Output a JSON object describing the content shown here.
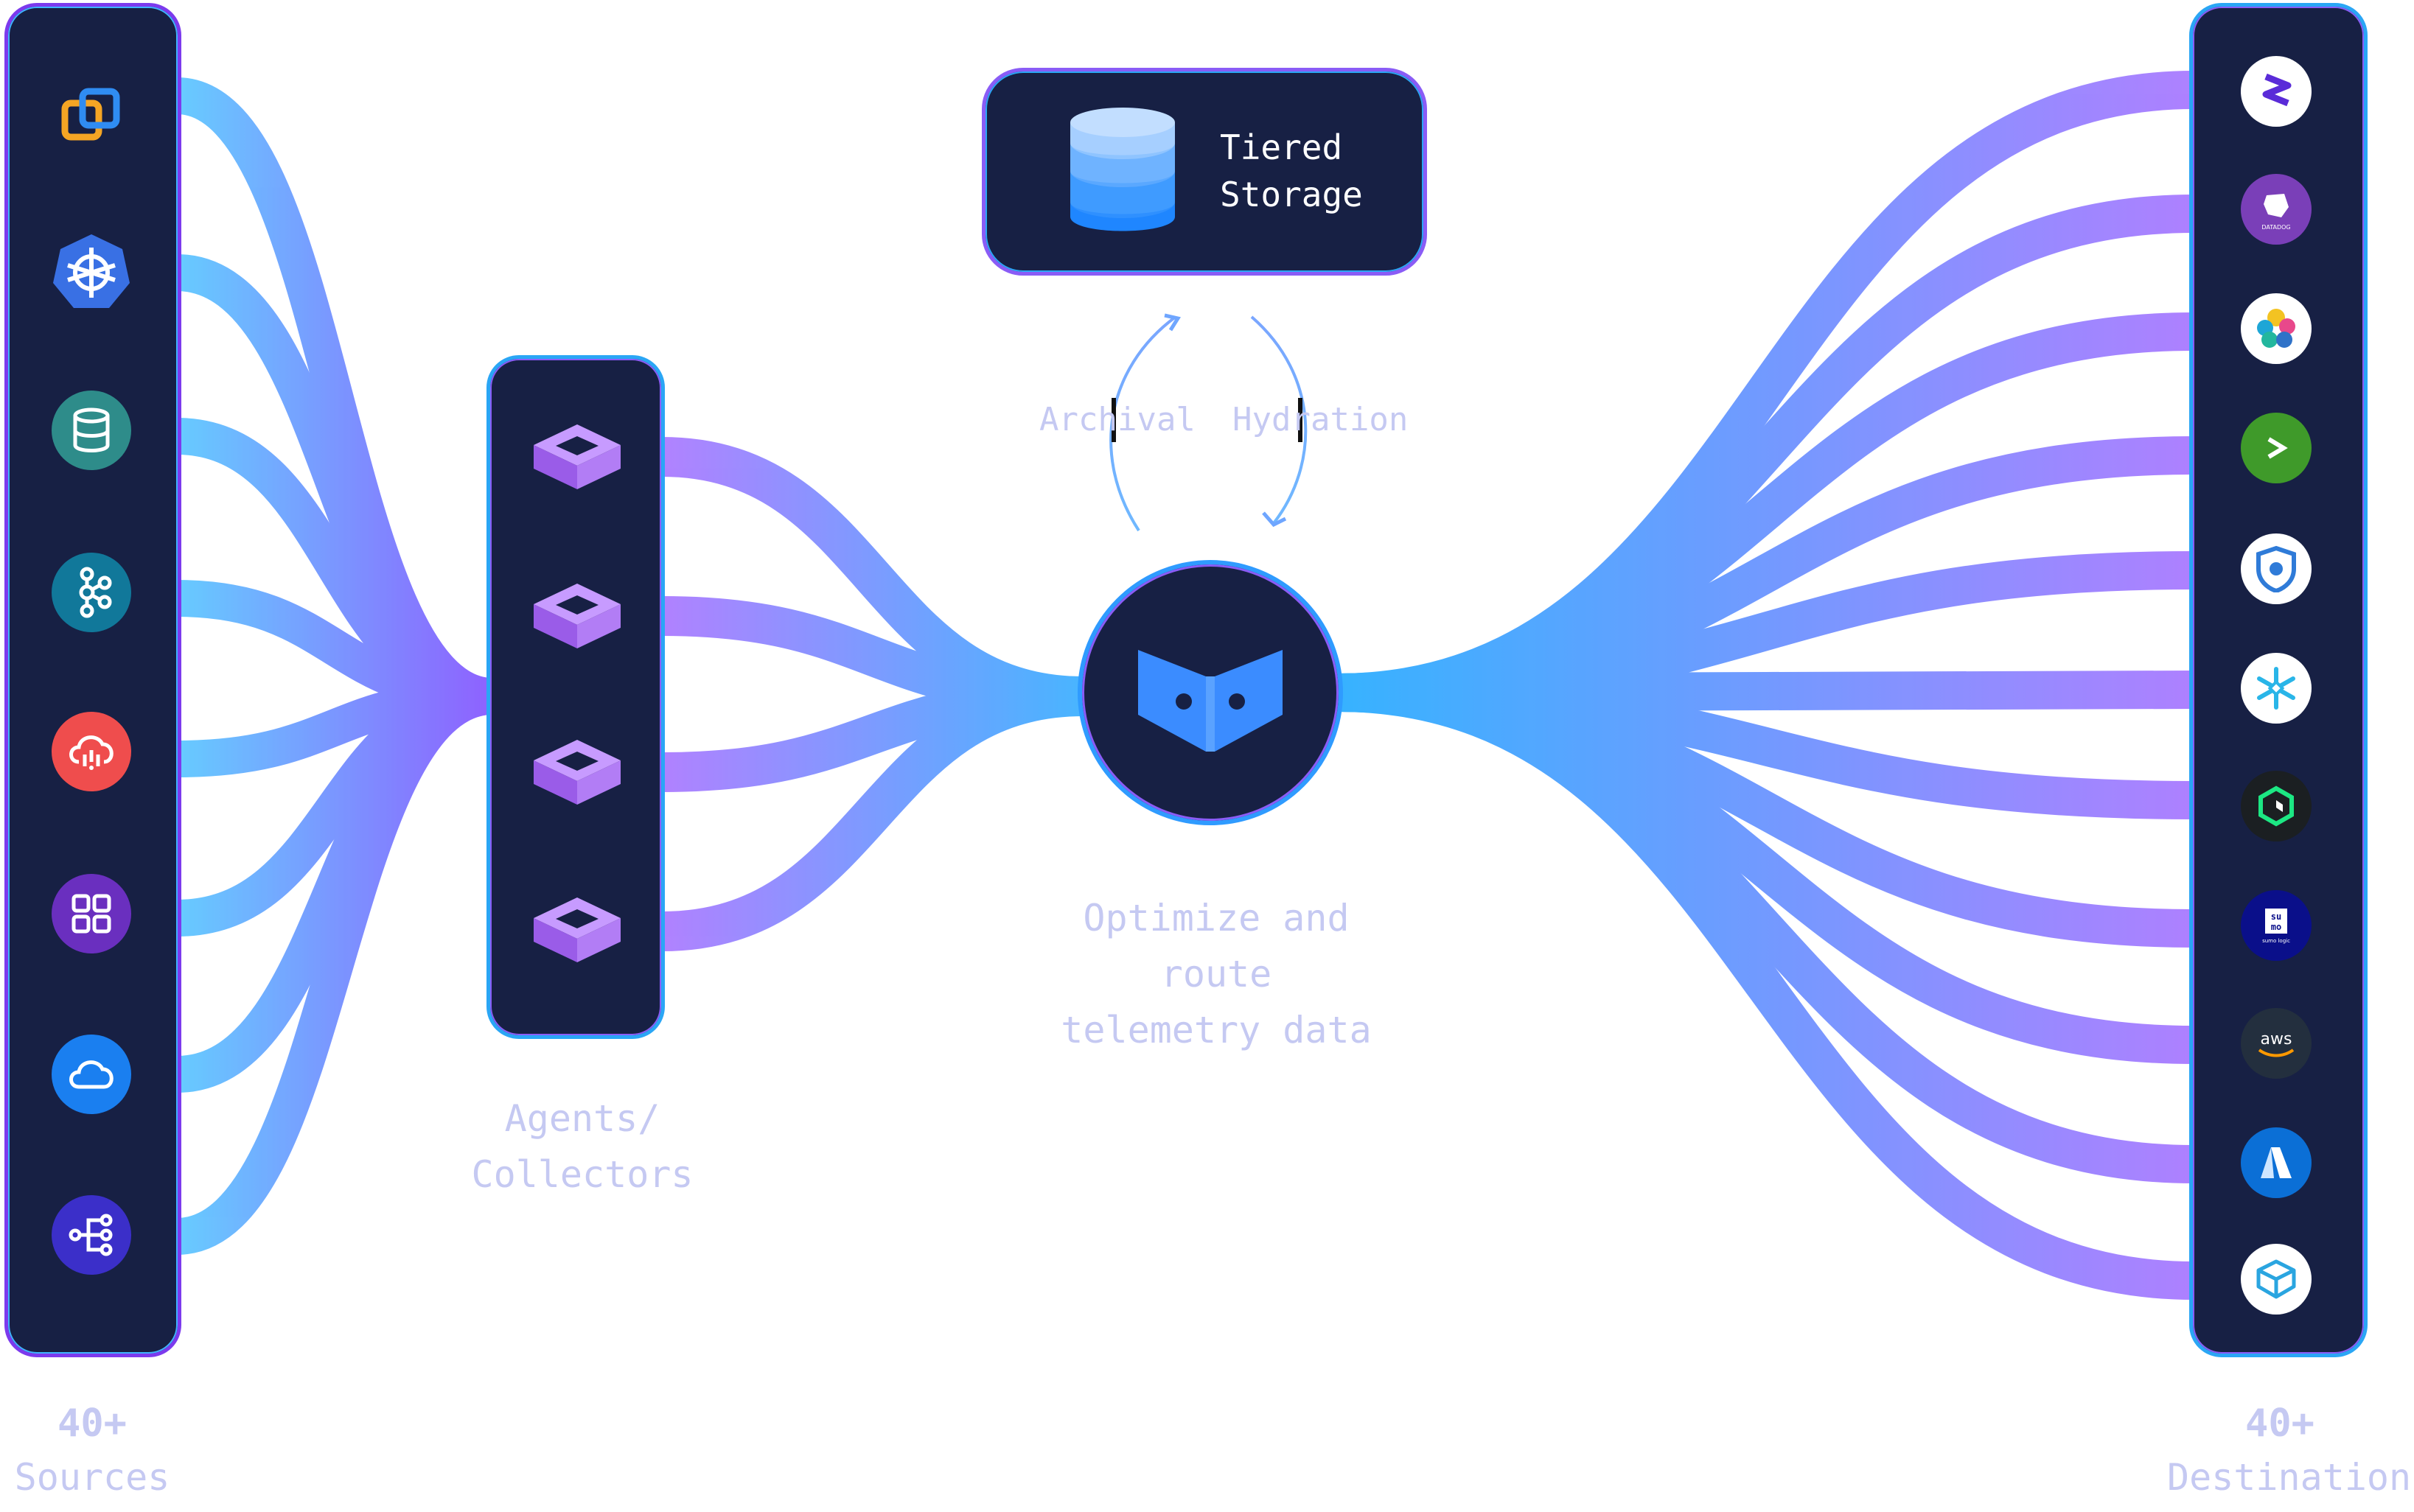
{
  "storage": {
    "line1": "Tiered",
    "line2": "Storage"
  },
  "arrows": {
    "archival": "Archival",
    "hydration": "Hydration"
  },
  "hub": {
    "caption_line1": "Optimize and route",
    "caption_line2": "telemetry data"
  },
  "agents": {
    "caption_line1": "Agents/",
    "caption_line2": "Collectors"
  },
  "sources": {
    "count": "40+",
    "label": "Sources",
    "icons": [
      "vmware-icon",
      "kubernetes-icon",
      "database-icon",
      "kafka-icon",
      "cloud-alert-icon",
      "apps-grid-icon",
      "cloud-icon",
      "tree-network-icon"
    ]
  },
  "destinations": {
    "count": "40+",
    "label": "Destinations",
    "icons": [
      "splunk-icon",
      "datadog-icon",
      "elastic-icon",
      "prompt-icon",
      "shield-eye-icon",
      "snowflake-icon",
      "new-relic-icon",
      "sumo-logic-icon",
      "aws-icon",
      "azure-icon",
      "box-cube-icon"
    ],
    "datadog_text": "DATADOG",
    "sumo_text_top": "su",
    "sumo_text_bottom": "mo",
    "sumo_caption": "sumo logic",
    "aws_text": "aws"
  },
  "colors": {
    "panel": "#172044",
    "flow_blue": "#3fb8ff",
    "flow_purple": "#9a6cff",
    "label": "#c5c9f2"
  }
}
